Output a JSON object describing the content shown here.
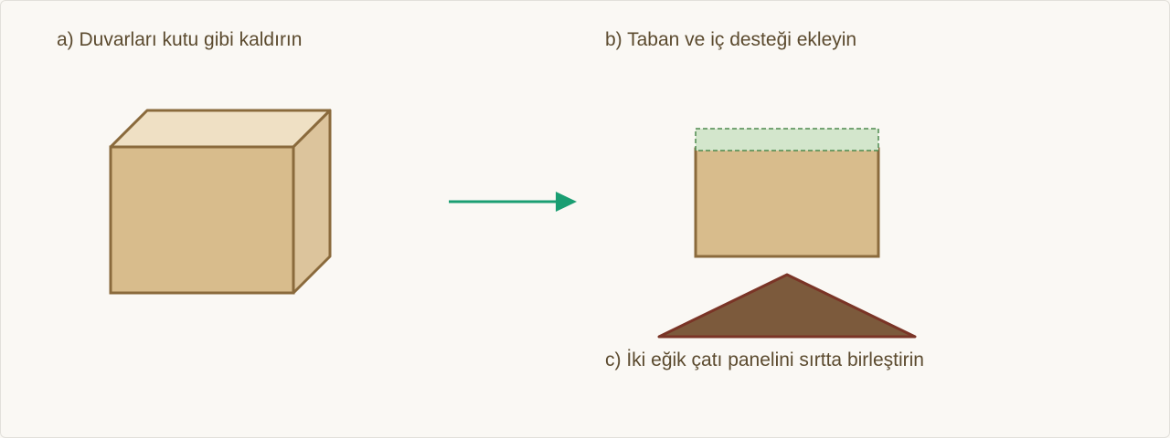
{
  "steps": {
    "a": {
      "label": "a) Duvarları kutu gibi kaldırın"
    },
    "b": {
      "label": "b) Taban ve iç desteği ekleyin"
    },
    "c": {
      "label": "c) İki eğik çatı panelini sırtta birleştirin"
    }
  },
  "colors": {
    "background": "#faf8f4",
    "box_front": "#d8bc8c",
    "box_top": "#efe0c4",
    "box_side": "#dcc49c",
    "box_stroke": "#8a6a3c",
    "support_fill": "#d3e6cc",
    "support_stroke": "#4e8a4e",
    "roof_fill": "#7c5a3c",
    "roof_stroke": "#7a3426",
    "arrow": "#1a9e72",
    "label_text": "#5b4a2e"
  },
  "icons": {
    "arrow": "right-arrow-icon"
  }
}
